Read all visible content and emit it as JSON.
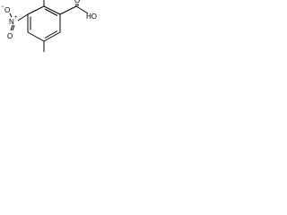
{
  "molecule": {
    "nitro_oxygen_top": "O",
    "nitro_oxygen_charge": "−",
    "nitro_nitrogen": "N",
    "nitro_nitrogen_charge": "+",
    "nitro_oxygen_bottom": "O",
    "carboxyl_oxygen": "O",
    "carboxyl_hydroxyl": "HO"
  }
}
